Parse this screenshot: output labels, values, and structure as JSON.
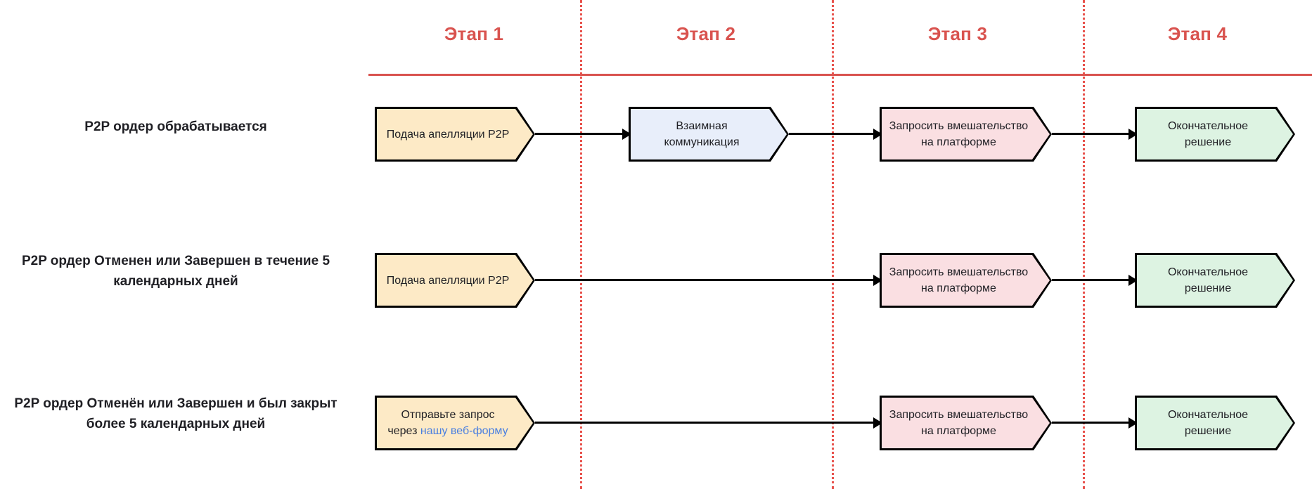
{
  "colors": {
    "stage_red": "#d9534f",
    "separator_red": "#e8524c",
    "box_cream_fill": "#fdeac6",
    "box_blue_fill": "#e8eefa",
    "box_pink_fill": "#fadfe2",
    "box_green_fill": "#ddf3e2",
    "box_border": "#000000",
    "link_blue": "#4a7fe0",
    "text_dark": "#1f1f24"
  },
  "stages": [
    {
      "label": "Этап 1"
    },
    {
      "label": "Этап 2"
    },
    {
      "label": "Этап 3"
    },
    {
      "label": "Этап 4"
    }
  ],
  "rows": [
    {
      "label": "P2P ордер обрабатывается",
      "steps": [
        {
          "stage": 1,
          "text": "Подача апелляции P2P",
          "fill": "cream"
        },
        {
          "stage": 2,
          "text_line1": "Взаимная",
          "text_line2": "коммуникация",
          "fill": "blue"
        },
        {
          "stage": 3,
          "text_line1": "Запросить вмешательство",
          "text_line2": "на платформе",
          "fill": "pink"
        },
        {
          "stage": 4,
          "text_line1": "Окончательное",
          "text_line2": "решение",
          "fill": "green"
        }
      ]
    },
    {
      "label_line1": "P2P ордер Отменен или Завершен в течение 5",
      "label_line2": "календарных дней",
      "steps": [
        {
          "stage": 1,
          "text": "Подача апелляции P2P",
          "fill": "cream"
        },
        {
          "stage": 3,
          "text_line1": "Запросить вмешательство",
          "text_line2": "на платформе",
          "fill": "pink"
        },
        {
          "stage": 4,
          "text_line1": "Окончательное",
          "text_line2": "решение",
          "fill": "green"
        }
      ]
    },
    {
      "label_line1": "P2P ордер Отменён или Завершен и был закрыт",
      "label_line2": "более 5 календарных дней",
      "steps": [
        {
          "stage": 1,
          "text_line1": "Отправьте запрос",
          "text_line2_prefix": "через ",
          "text_line2_link": "нашу веб-форму",
          "fill": "cream"
        },
        {
          "stage": 3,
          "text_line1": "Запросить вмешательство",
          "text_line2": "на платформе",
          "fill": "pink"
        },
        {
          "stage": 4,
          "text_line1": "Окончательное",
          "text_line2": "решение",
          "fill": "green"
        }
      ]
    }
  ]
}
